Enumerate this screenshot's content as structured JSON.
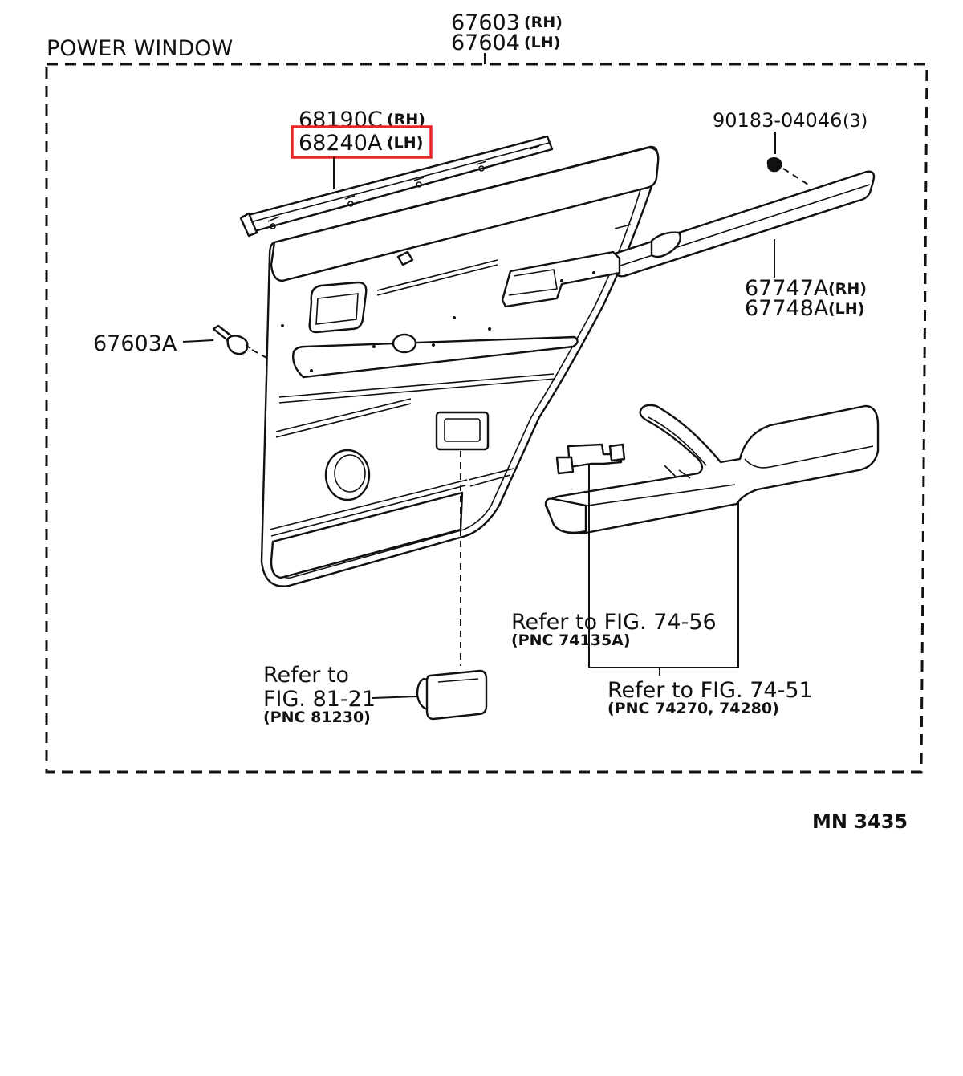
{
  "title": "POWER WINDOW",
  "figure_code": "MN  3435",
  "highlight_color": "#e8262a",
  "labels": {
    "panel_rh": "67603",
    "panel_rh_side": "(RH)",
    "panel_lh": "67604",
    "panel_lh_side": "(LH)",
    "weatherstrip_rh": "68190C",
    "weatherstrip_rh_side": "(RH)",
    "weatherstrip_lh": "68240A",
    "weatherstrip_lh_side": "(LH)",
    "clip": "90183-04046",
    "clip_qty": "(3)",
    "trim_rh": "67747A",
    "trim_rh_side": "(RH)",
    "trim_lh": "67748A",
    "trim_lh_side": "(LH)",
    "screw": "67603A",
    "ref_74_56": "Refer  to  FIG. 74-56",
    "ref_74_56_pnc": "(PNC 74135A)",
    "ref_74_51": "Refer  to  FIG. 74-51",
    "ref_74_51_pnc": "(PNC 74270, 74280)",
    "ref_81_21_line1": "Refer  to",
    "ref_81_21_line2": "FIG. 81-21",
    "ref_81_21_pnc": "(PNC  81230)"
  }
}
